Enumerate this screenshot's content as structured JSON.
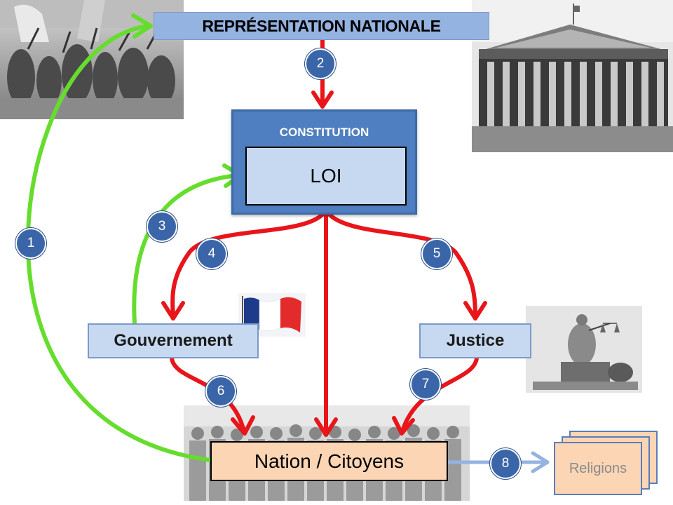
{
  "diagram": {
    "representation": "REPRÉSENTATION NATIONALE",
    "constitution": "CONSTITUTION",
    "loi": "LOI",
    "gouvernement": "Gouvernement",
    "justice": "Justice",
    "nation": "Nation / Citoyens",
    "religions": "Religions",
    "steps": [
      "1",
      "2",
      "3",
      "4",
      "5",
      "6",
      "7",
      "8"
    ]
  },
  "colors": {
    "green_arrow": "#66dd2e",
    "red_arrow": "#e8151b",
    "blue_arrow": "#95b3e0",
    "step_circle": "#3a65a8",
    "box_light": "#c6d9f1",
    "box_peach": "#fcd5b5"
  },
  "images": {
    "top_left": "oath-engraving",
    "top_right": "assembly-building-photo",
    "flag": "french-flag",
    "right_middle": "justice-statue-engraving",
    "bottom": "crowd-photo"
  }
}
